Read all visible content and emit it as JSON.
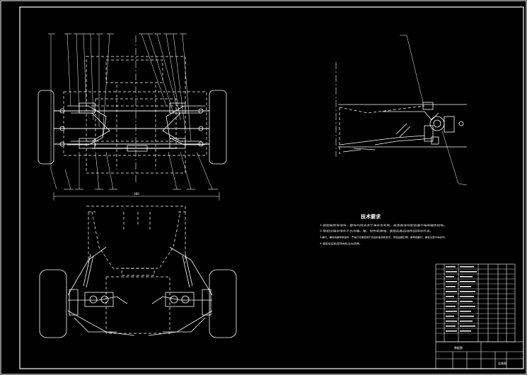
{
  "drawing": {
    "background": "#000000",
    "line_color": "#ffffff",
    "top_view_dimension": "380",
    "notes_title": "技术要求",
    "notes": [
      "1.装配前所有零件，部件均须清洗干净并去毛刺，检查各零件配合面不得有碰伤划伤。",
      "2.装配过程中零件不允许磕、碰、划伤和锈蚀，装配后各运动件应转动灵活。",
      "3.螺钉、螺栓和螺母紧固时，严禁打击或使用不合适的旋具和扳手，紧固后螺钉槽、螺母和螺钉、螺栓头部不得损坏。",
      "4.装配后应检查转向轮左右转角。"
    ],
    "title_block_name": "装配图",
    "title_block_code": "总装图"
  }
}
